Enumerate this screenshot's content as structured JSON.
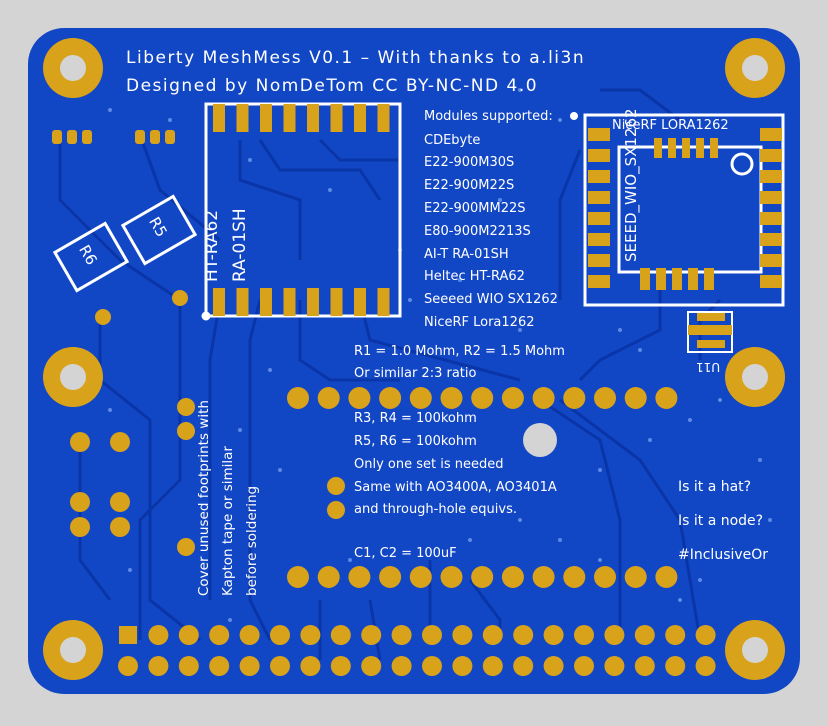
{
  "board": {
    "title_line1": "Liberty MeshMess V0.1 – With thanks to a.li3n",
    "title_line2": "Designed by NomDeTom  CC BY-NC-ND 4.0",
    "colors": {
      "background": "#d4d4d4",
      "board": "#1146c4",
      "copper_trace": "#0a35a8",
      "pad": "#d9a21b",
      "silkscreen": "#ffffff"
    }
  },
  "modules": {
    "heading": "Modules supported:",
    "items": [
      "CDEbyte",
      "E22-900M30S",
      "E22-900M22S",
      "E22-900MM22S",
      "E80-900M2213S",
      "AI-T RA-01SH",
      "Heltec HT-RA62",
      "Seeeed WIO SX1262",
      "NiceRF Lora1262"
    ]
  },
  "footprints": {
    "left_module_label_1": "HT-RA62",
    "left_module_label_2": "RA-01SH",
    "right_module_top_label": "NiceRF  LORA1262",
    "right_module_side_label": "SEEED_WIO_SX1262",
    "u11_label": "U11",
    "r5_label": "R5",
    "r6_label": "R6"
  },
  "notes": {
    "lines": [
      "R1 = 1.0 Mohm, R2 = 1.5 Mohm",
      "Or similar 2:3 ratio",
      "R3, R4 = 100kohm",
      "R5, R6 = 100kohm",
      "Only one set is needed",
      "Same with AO3400A, AO3401A",
      "and through-hole equivs.",
      "C1, C2 = 100uF"
    ]
  },
  "side_notes": {
    "line1": "Cover unused footprints with",
    "line2": "Kapton tape or similar",
    "line3": "before soldering"
  },
  "tags": {
    "line1": "Is it a hat?",
    "line2": "Is it a node?",
    "line3": "#InclusiveOr"
  }
}
